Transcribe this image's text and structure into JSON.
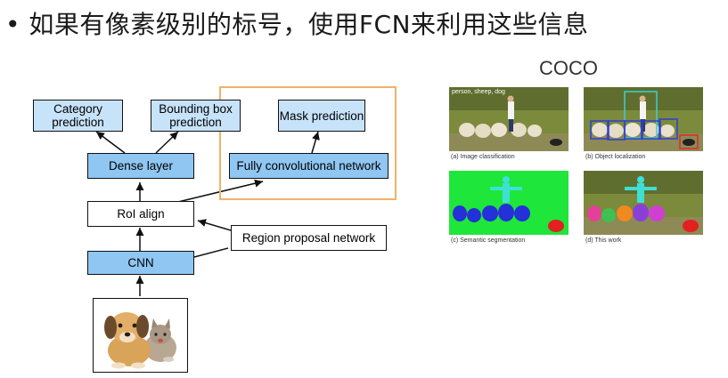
{
  "slide": {
    "title": "• 如果有像素级别的标号，使用FCN来利用这些信息"
  },
  "diagram": {
    "category": "Category prediction",
    "bbox": "Bounding box prediction",
    "mask": "Mask prediction",
    "dense": "Dense layer",
    "fcn": "Fully convolutional network",
    "roi": "RoI align",
    "rpn": "Region proposal network",
    "cnn": "CNN",
    "colors": {
      "blue": "#8fc6f2",
      "light_blue": "#c7e3fa",
      "highlight": "#f2b266"
    }
  },
  "figure": {
    "dataset": "COCO",
    "overlay_label": "person, sheep, dog",
    "captions": {
      "a": "(a) Image classification",
      "b": "(b) Object localization",
      "c": "(c) Semantic segmentation",
      "d": "(d) This work"
    }
  }
}
